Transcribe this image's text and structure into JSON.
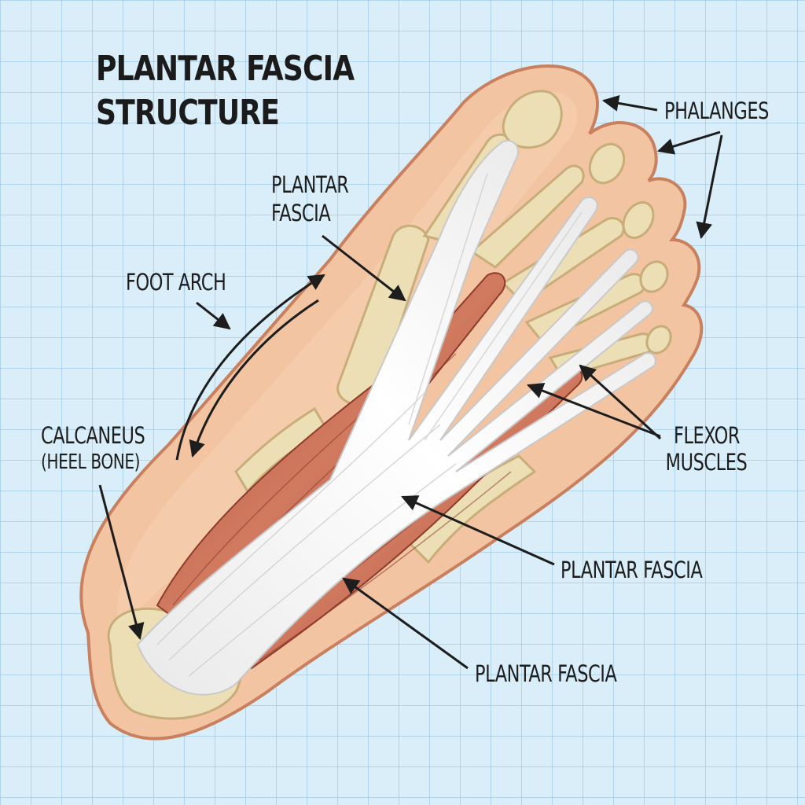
{
  "title": {
    "line1": "PLANTAR FASCIA",
    "line2": "STRUCTURE"
  },
  "labels": {
    "phalanges": "PHALANGES",
    "plantar_fascia_top": {
      "line1": "PLANTAR",
      "line2": "FASCIA"
    },
    "foot_arch": "FOOT ARCH",
    "calcaneus": {
      "line1": "CALCANEUS",
      "line2": "(HEEL BONE)"
    },
    "flexor_muscles": {
      "line1": "FLEXOR",
      "line2": "MUSCLES"
    },
    "plantar_fascia_mid": "PLANTAR FASCIA",
    "plantar_fascia_bottom": "PLANTAR FASCIA"
  },
  "colors": {
    "background": "#d9eef9",
    "grid": "#8cbee1",
    "skin": "#f2c4a1",
    "skin_outline": "#c9805f",
    "bone": "#ecdfb5",
    "muscle": "#c0624b",
    "fascia": "#f7f7f7",
    "arrow": "#1d1d1d"
  }
}
